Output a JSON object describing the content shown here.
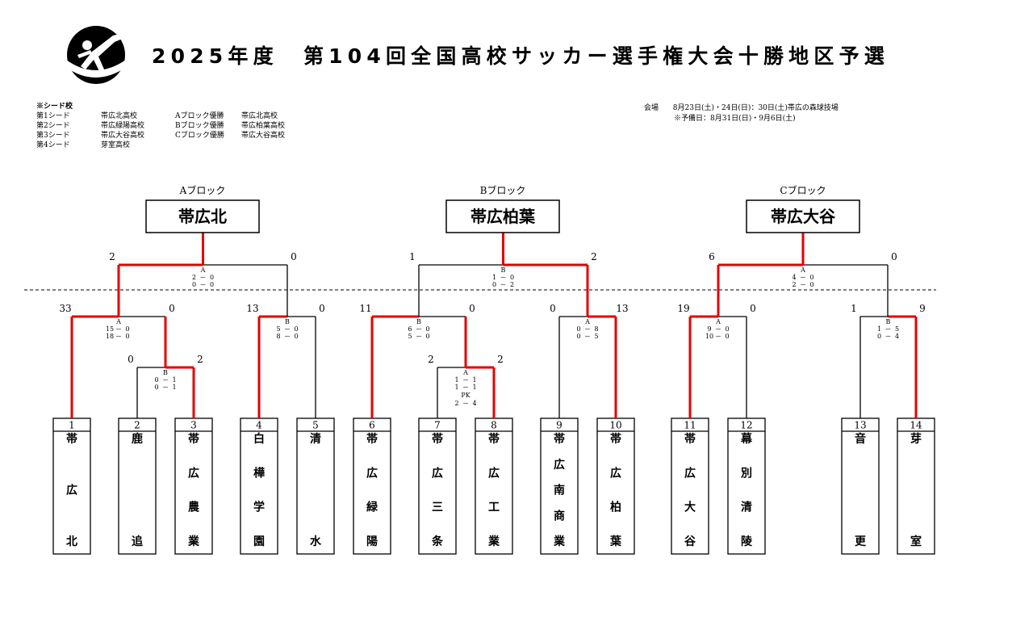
{
  "header": {
    "title": "2025年度　第104回全国高校サッカー選手権大会十勝地区予選",
    "logo": "soccer-kicker-logo"
  },
  "seeds": {
    "heading": "※シード校",
    "list": [
      {
        "rank": "第1シード",
        "school": "帯広北高校"
      },
      {
        "rank": "第2シード",
        "school": "帯広緑陽高校"
      },
      {
        "rank": "第3シード",
        "school": "帯広大谷高校"
      },
      {
        "rank": "第4シード",
        "school": "芽室高校"
      }
    ],
    "block_winners": [
      {
        "label": "Aブロック優勝",
        "school": "帯広北高校"
      },
      {
        "label": "Bブロック優勝",
        "school": "帯広柏葉高校"
      },
      {
        "label": "Cブロック優勝",
        "school": "帯広大谷高校"
      }
    ]
  },
  "venue": {
    "label": "会場",
    "dates": "8月23日(土)・24日(日)：30日(土)帯広の森球技場",
    "reserve": "※予備日：8月31日(日)・9月6日(土)"
  },
  "blocks": [
    {
      "name": "Aブロック",
      "winner": "帯広北"
    },
    {
      "name": "Bブロック",
      "winner": "帯広柏葉"
    },
    {
      "name": "Cブロック",
      "winner": "帯広大谷"
    }
  ],
  "teams": [
    {
      "num": "1",
      "name": "帯広北"
    },
    {
      "num": "2",
      "name": "鹿追"
    },
    {
      "num": "3",
      "name": "帯広農業"
    },
    {
      "num": "4",
      "name": "白樺学園"
    },
    {
      "num": "5",
      "name": "清水"
    },
    {
      "num": "6",
      "name": "帯広緑陽"
    },
    {
      "num": "7",
      "name": "帯広三条"
    },
    {
      "num": "8",
      "name": "帯広工業"
    },
    {
      "num": "9",
      "name": "帯広南商業"
    },
    {
      "num": "10",
      "name": "帯広柏葉"
    },
    {
      "num": "11",
      "name": "帯広大谷"
    },
    {
      "num": "12",
      "name": "幕別清陵"
    },
    {
      "num": "13",
      "name": "音更"
    },
    {
      "num": "14",
      "name": "芽室"
    }
  ],
  "matches": {
    "a_pre": {
      "code": "B",
      "left": "0",
      "right": "2",
      "halves": [
        [
          "0",
          "1"
        ],
        [
          "0",
          "1"
        ]
      ]
    },
    "a_sf1": {
      "code": "A",
      "left": "33",
      "right": "0",
      "halves": [
        [
          "15",
          "0"
        ],
        [
          "18",
          "0"
        ]
      ]
    },
    "a_sf2": {
      "code": "B",
      "left": "13",
      "right": "0",
      "halves": [
        [
          "5",
          "0"
        ],
        [
          "8",
          "0"
        ]
      ]
    },
    "a_final": {
      "code": "A",
      "left": "2",
      "right": "0",
      "halves": [
        [
          "2",
          "0"
        ],
        [
          "0",
          "0"
        ]
      ]
    },
    "b_pre": {
      "code": "A",
      "left": "2",
      "right": "2",
      "halves": [
        [
          "1",
          "1"
        ],
        [
          "1",
          "1"
        ]
      ],
      "pk_label": "PK",
      "pk": [
        "2",
        "4"
      ]
    },
    "b_sf1": {
      "code": "B",
      "left": "11",
      "right": "0",
      "halves": [
        [
          "6",
          "0"
        ],
        [
          "5",
          "0"
        ]
      ]
    },
    "b_sf2": {
      "code": "A",
      "left": "0",
      "right": "13",
      "halves": [
        [
          "0",
          "8"
        ],
        [
          "0",
          "5"
        ]
      ]
    },
    "b_final": {
      "code": "B",
      "left": "1",
      "right": "2",
      "halves": [
        [
          "1",
          "0"
        ],
        [
          "0",
          "2"
        ]
      ]
    },
    "c_sf1": {
      "code": "A",
      "left": "19",
      "right": "0",
      "halves": [
        [
          "9",
          "0"
        ],
        [
          "10",
          "0"
        ]
      ]
    },
    "c_sf2": {
      "code": "B",
      "left": "1",
      "right": "9",
      "halves": [
        [
          "1",
          "5"
        ],
        [
          "0",
          "4"
        ]
      ]
    },
    "c_final": {
      "code": "A",
      "left": "6",
      "right": "0",
      "halves": [
        [
          "4",
          "0"
        ],
        [
          "2",
          "0"
        ]
      ]
    }
  },
  "colors": {
    "winner_line": "#e60000",
    "line": "#000000"
  }
}
